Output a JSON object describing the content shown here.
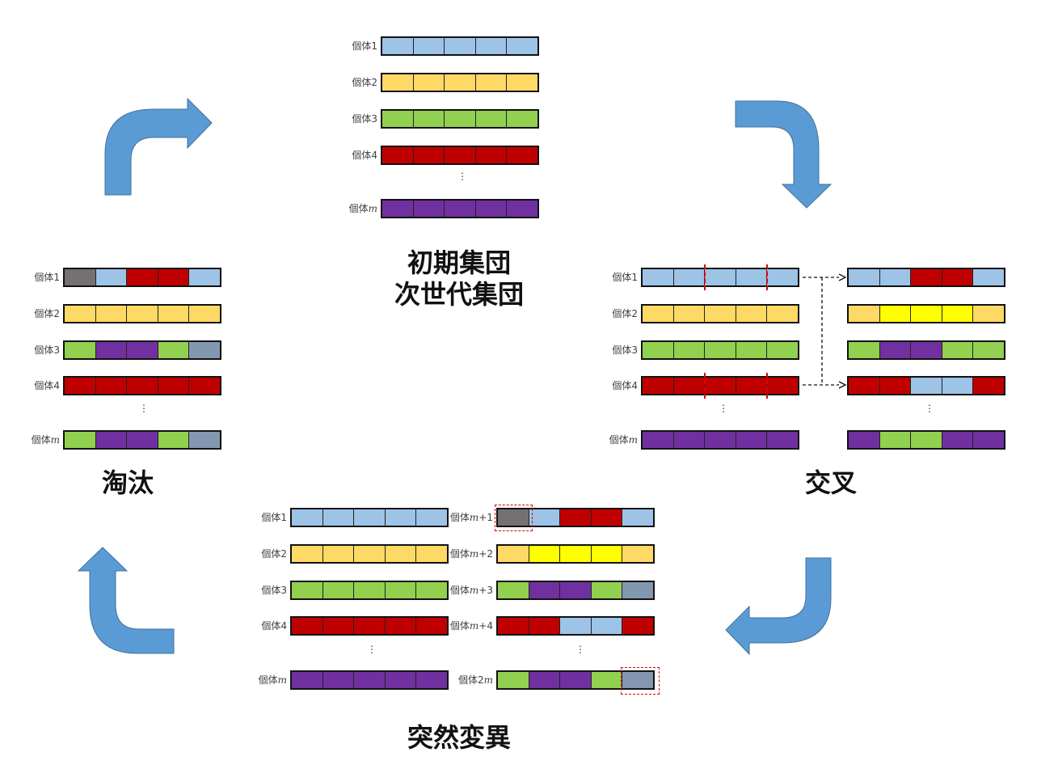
{
  "colors": {
    "blue": "#9DC3E6",
    "yellow": "#FFD966",
    "bright_yellow": "#FFFF00",
    "green": "#92D050",
    "red": "#C00000",
    "purple": "#7030A0",
    "gray": "#767171",
    "slate": "#8497B0",
    "arrow": "#5B9BD5",
    "cut": "#E00000"
  },
  "titles": {
    "initial": "初期集団",
    "next": "次世代集団",
    "crossover": "交叉",
    "mutation": "突然変異",
    "selection": "淘汰"
  },
  "ellipsis": "⋮",
  "label_prefix": "個体",
  "initial_population": [
    {
      "label": "1",
      "cells": [
        "blue",
        "blue",
        "blue",
        "blue",
        "blue"
      ]
    },
    {
      "label": "2",
      "cells": [
        "yellow",
        "yellow",
        "yellow",
        "yellow",
        "yellow"
      ]
    },
    {
      "label": "3",
      "cells": [
        "green",
        "green",
        "green",
        "green",
        "green"
      ]
    },
    {
      "label": "4",
      "cells": [
        "red",
        "red",
        "red",
        "red",
        "red"
      ]
    },
    {
      "label": "m",
      "cells": [
        "purple",
        "purple",
        "purple",
        "purple",
        "purple"
      ]
    }
  ],
  "crossover_parents": [
    {
      "label": "1",
      "cells": [
        "blue",
        "blue",
        "blue",
        "blue",
        "blue"
      ]
    },
    {
      "label": "2",
      "cells": [
        "yellow",
        "yellow",
        "yellow",
        "yellow",
        "yellow"
      ]
    },
    {
      "label": "3",
      "cells": [
        "green",
        "green",
        "green",
        "green",
        "green"
      ]
    },
    {
      "label": "4",
      "cells": [
        "red",
        "red",
        "red",
        "red",
        "red"
      ]
    },
    {
      "label": "m",
      "cells": [
        "purple",
        "purple",
        "purple",
        "purple",
        "purple"
      ]
    }
  ],
  "crossover_children": [
    {
      "cells": [
        "blue",
        "blue",
        "red",
        "red",
        "blue"
      ]
    },
    {
      "cells": [
        "yellow",
        "bright_yellow",
        "bright_yellow",
        "bright_yellow",
        "yellow"
      ]
    },
    {
      "cells": [
        "green",
        "purple",
        "purple",
        "green",
        "green"
      ]
    },
    {
      "cells": [
        "red",
        "red",
        "blue",
        "blue",
        "red"
      ]
    },
    {
      "cells": [
        "purple",
        "green",
        "green",
        "purple",
        "purple"
      ]
    }
  ],
  "mutation_left": [
    {
      "label": "1",
      "cells": [
        "blue",
        "blue",
        "blue",
        "blue",
        "blue"
      ]
    },
    {
      "label": "2",
      "cells": [
        "yellow",
        "yellow",
        "yellow",
        "yellow",
        "yellow"
      ]
    },
    {
      "label": "3",
      "cells": [
        "green",
        "green",
        "green",
        "green",
        "green"
      ]
    },
    {
      "label": "4",
      "cells": [
        "red",
        "red",
        "red",
        "red",
        "red"
      ]
    },
    {
      "label": "m",
      "cells": [
        "purple",
        "purple",
        "purple",
        "purple",
        "purple"
      ]
    }
  ],
  "mutation_right": [
    {
      "label": "m+1",
      "cells": [
        "gray",
        "blue",
        "red",
        "red",
        "blue"
      ]
    },
    {
      "label": "m+2",
      "cells": [
        "yellow",
        "bright_yellow",
        "bright_yellow",
        "bright_yellow",
        "yellow"
      ]
    },
    {
      "label": "m+3",
      "cells": [
        "green",
        "purple",
        "purple",
        "green",
        "slate"
      ]
    },
    {
      "label": "m+4",
      "cells": [
        "red",
        "red",
        "blue",
        "blue",
        "red"
      ]
    },
    {
      "label": "2m",
      "cells": [
        "green",
        "purple",
        "purple",
        "green",
        "slate"
      ]
    }
  ],
  "selection_population": [
    {
      "label": "1",
      "cells": [
        "gray",
        "blue",
        "red",
        "red",
        "blue"
      ]
    },
    {
      "label": "2",
      "cells": [
        "yellow",
        "yellow",
        "yellow",
        "yellow",
        "yellow"
      ]
    },
    {
      "label": "3",
      "cells": [
        "green",
        "purple",
        "purple",
        "green",
        "slate"
      ]
    },
    {
      "label": "4",
      "cells": [
        "red",
        "red",
        "red",
        "red",
        "red"
      ]
    },
    {
      "label": "m",
      "cells": [
        "green",
        "purple",
        "purple",
        "green",
        "slate"
      ]
    }
  ]
}
